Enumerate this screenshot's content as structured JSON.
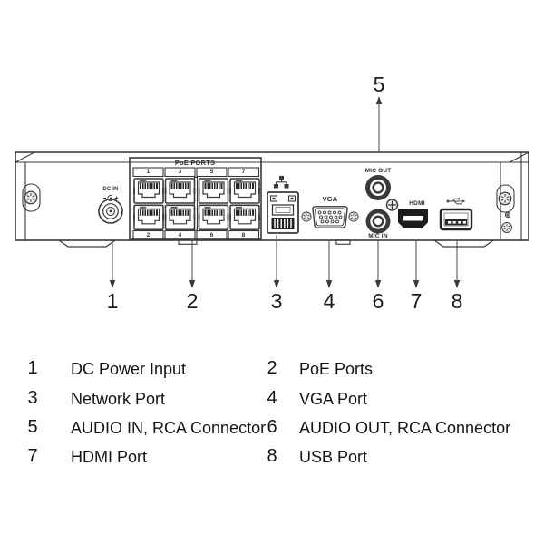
{
  "device": {
    "dc_in_label": "DC IN",
    "poe_title": "PoE PORTS",
    "poe_top_numbers": [
      "1",
      "3",
      "5",
      "7"
    ],
    "poe_bottom_numbers": [
      "2",
      "4",
      "6",
      "8"
    ],
    "vga_label": "VGA",
    "mic_out_label": "MIC OUT",
    "mic_in_label": "MIC IN",
    "hdmi_label": "HDMI"
  },
  "callouts": {
    "c1": "1",
    "c2": "2",
    "c3": "3",
    "c4": "4",
    "c5": "5",
    "c6": "6",
    "c7": "7",
    "c8": "8"
  },
  "legend": {
    "rows": [
      {
        "n1": "1",
        "l1": "DC Power Input",
        "n2": "2",
        "l2": "PoE Ports"
      },
      {
        "n1": "3",
        "l1": "Network Port",
        "n2": "4",
        "l2": "VGA Port"
      },
      {
        "n1": "5",
        "l1": "AUDIO IN, RCA Connector",
        "n2": "6",
        "l2": "AUDIO OUT, RCA Connector"
      },
      {
        "n1": "7",
        "l1": "HDMI Port",
        "n2": "8",
        "l2": "USB Port"
      }
    ]
  },
  "colors": {
    "ink": "#3a3a3a",
    "dark": "#1f1f1f"
  }
}
